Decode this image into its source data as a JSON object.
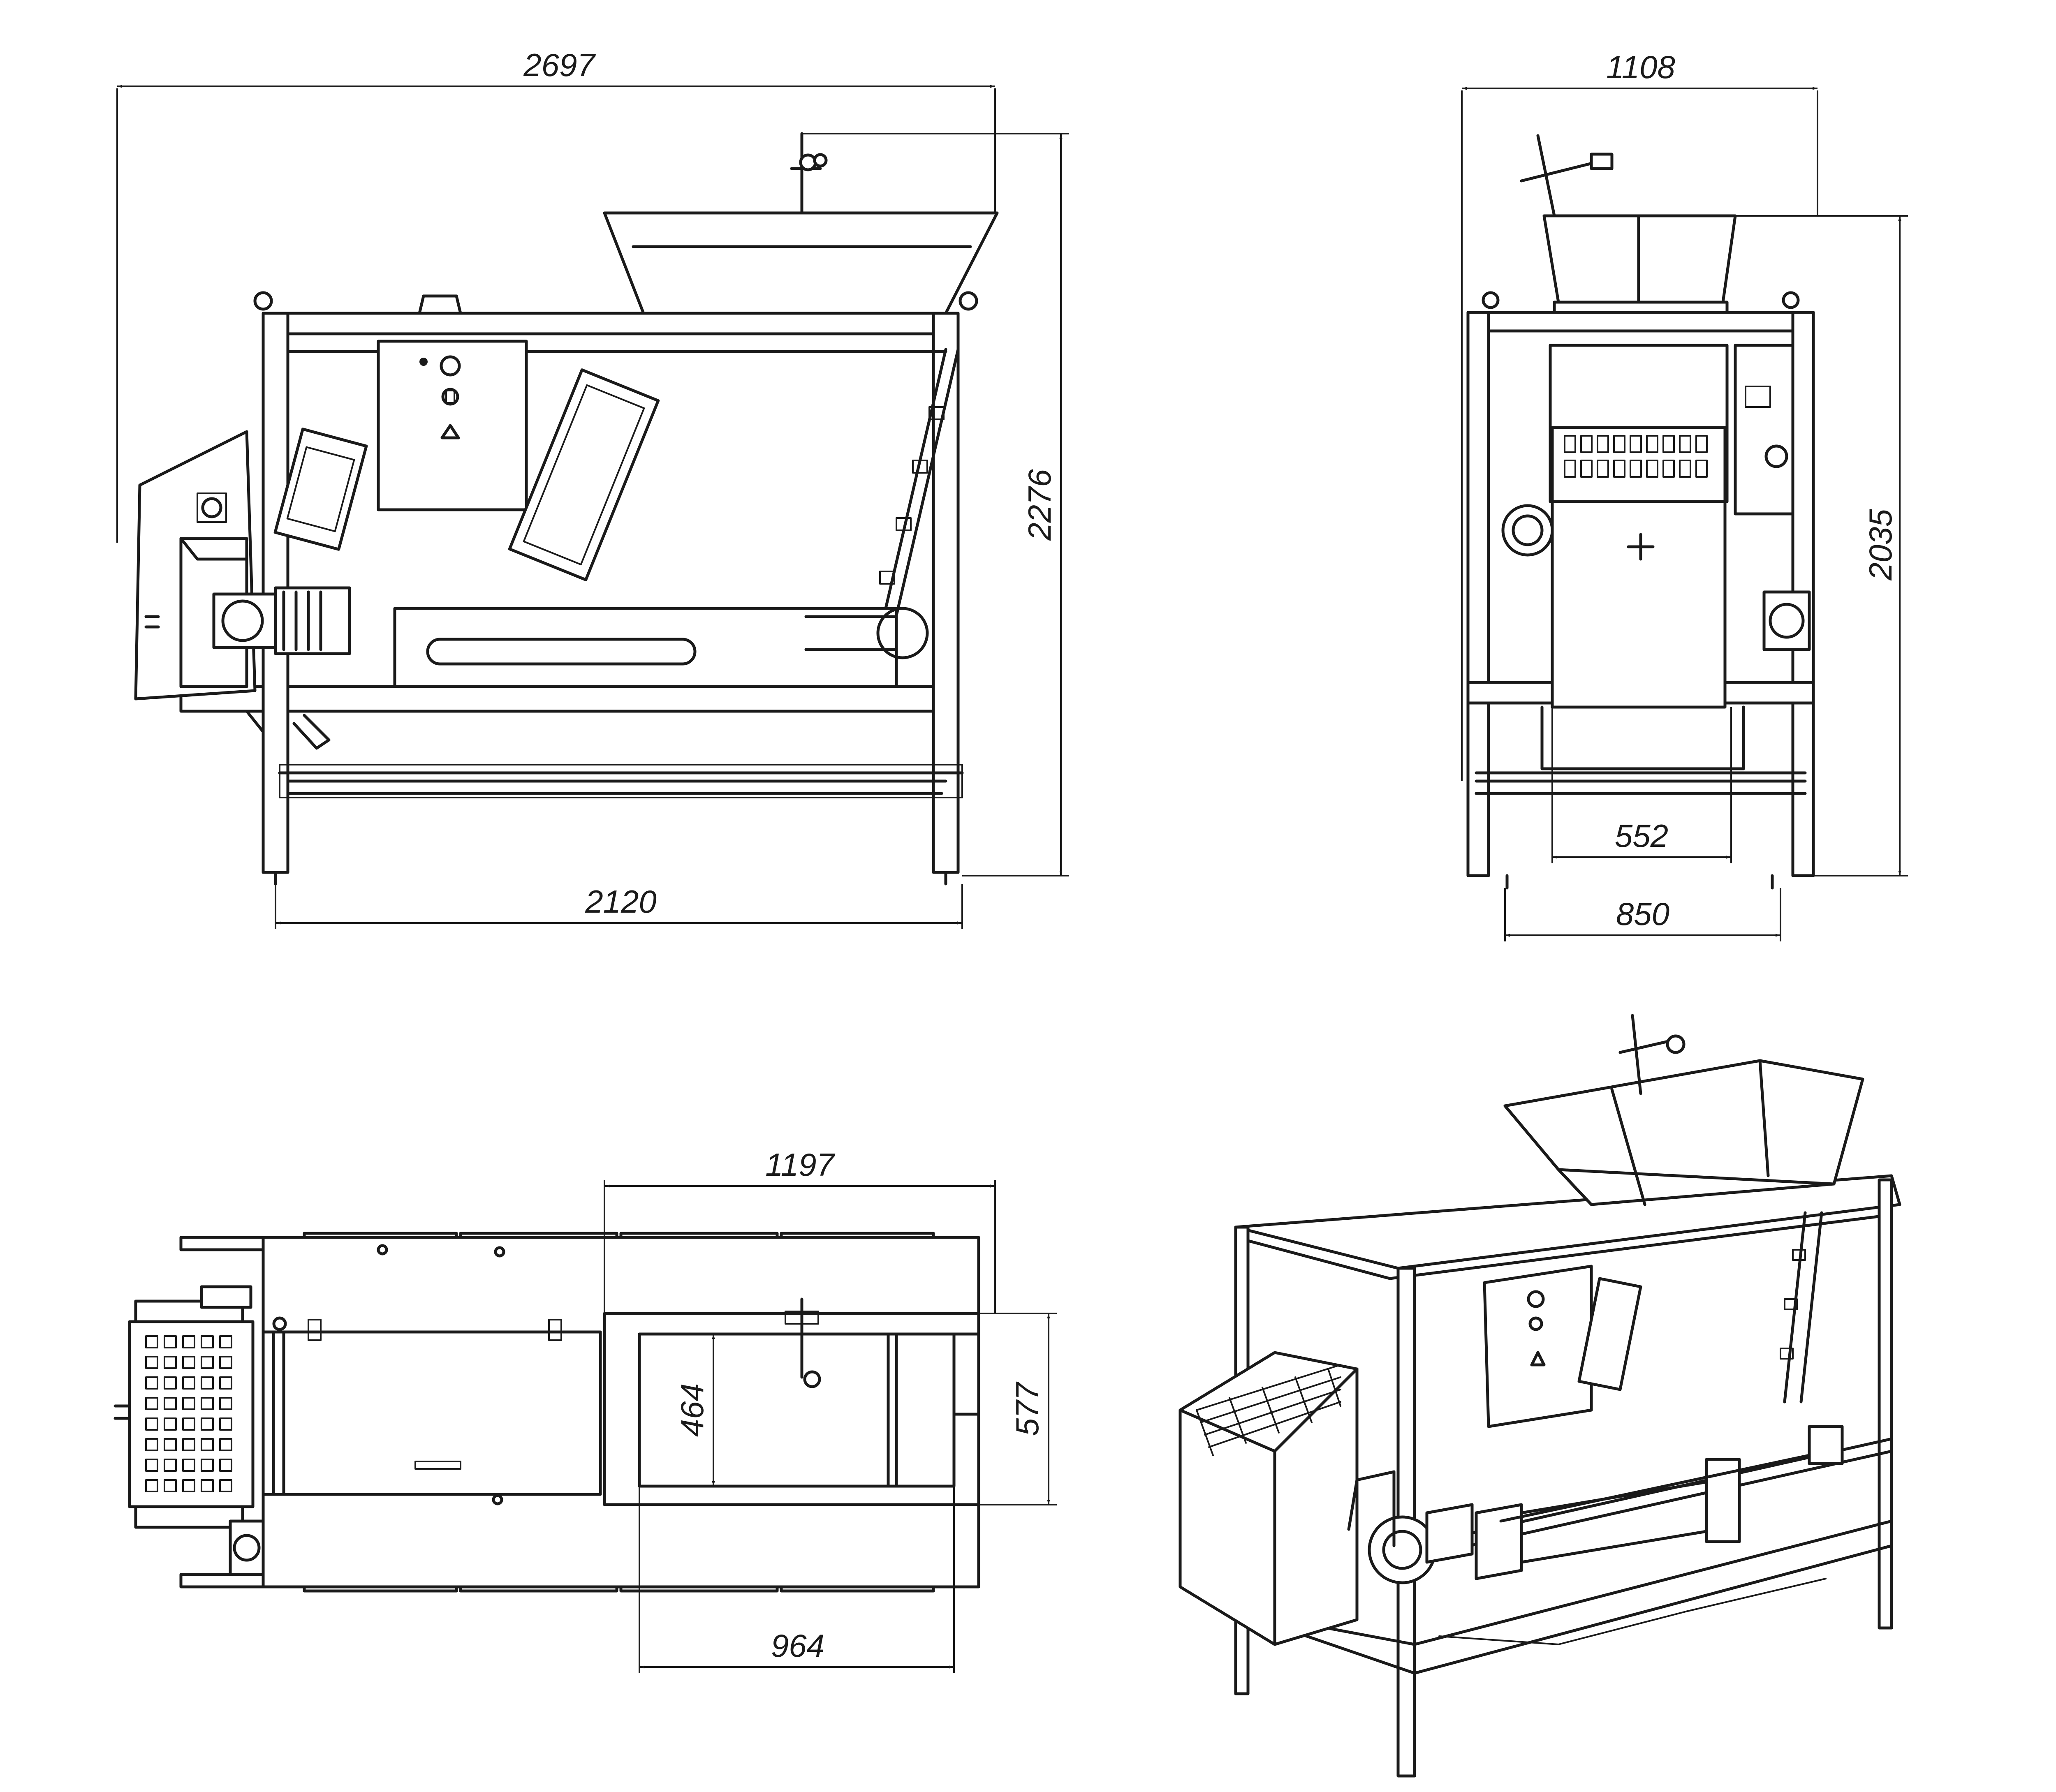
{
  "drawing": {
    "colors": {
      "line": "#1a1a1a",
      "paper": "#ffffff"
    },
    "views": {
      "side": {
        "dimensions": {
          "overall_length": "2697",
          "height": "2276",
          "leg_span": "2120"
        }
      },
      "front": {
        "dimensions": {
          "overall_width": "1108",
          "height": "2035",
          "inner_width": "552",
          "leg_span": "850"
        }
      },
      "top": {
        "dimensions": {
          "hopper_length": "1197",
          "hopper_width": "577",
          "opening_width": "464",
          "opening_length": "964"
        }
      },
      "isometric": {}
    }
  }
}
